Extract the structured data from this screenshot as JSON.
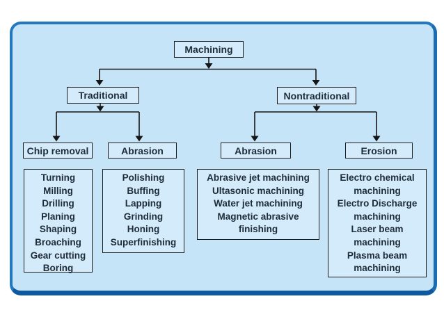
{
  "tree": {
    "root": {
      "label": "Machining"
    },
    "branches": [
      {
        "label": "Traditional",
        "categories": [
          {
            "label": "Chip removal",
            "items": [
              "Turning",
              "Milling",
              "Drilling",
              "Planing",
              "Shaping",
              "Broaching",
              "Gear cutting",
              "Boring"
            ]
          },
          {
            "label": "Abrasion",
            "items": [
              "Polishing",
              "Buffing",
              "Lapping",
              "Grinding",
              "Honing",
              "Superfinishing"
            ]
          }
        ]
      },
      {
        "label": "Nontraditional",
        "categories": [
          {
            "label": "Abrasion",
            "items": [
              "Abrasive jet machining",
              "Ultasonic machining",
              "Water jet machining",
              "Magnetic abrasive finishing"
            ]
          },
          {
            "label": "Erosion",
            "items": [
              "Electro chemical machining",
              "Electro Discharge machining",
              "Laser beam machining",
              "Plasma beam machining"
            ]
          }
        ]
      }
    ]
  },
  "colors": {
    "page_bg": "#ffffff",
    "card_bg": "#c6e4f7",
    "card_border": "#2478bd",
    "card_border_dark": "#0e58a0",
    "box_fill": "#d3ebfa",
    "box_border": "#1b1b1b",
    "text": "#1e2c3a",
    "line": "#151515"
  }
}
